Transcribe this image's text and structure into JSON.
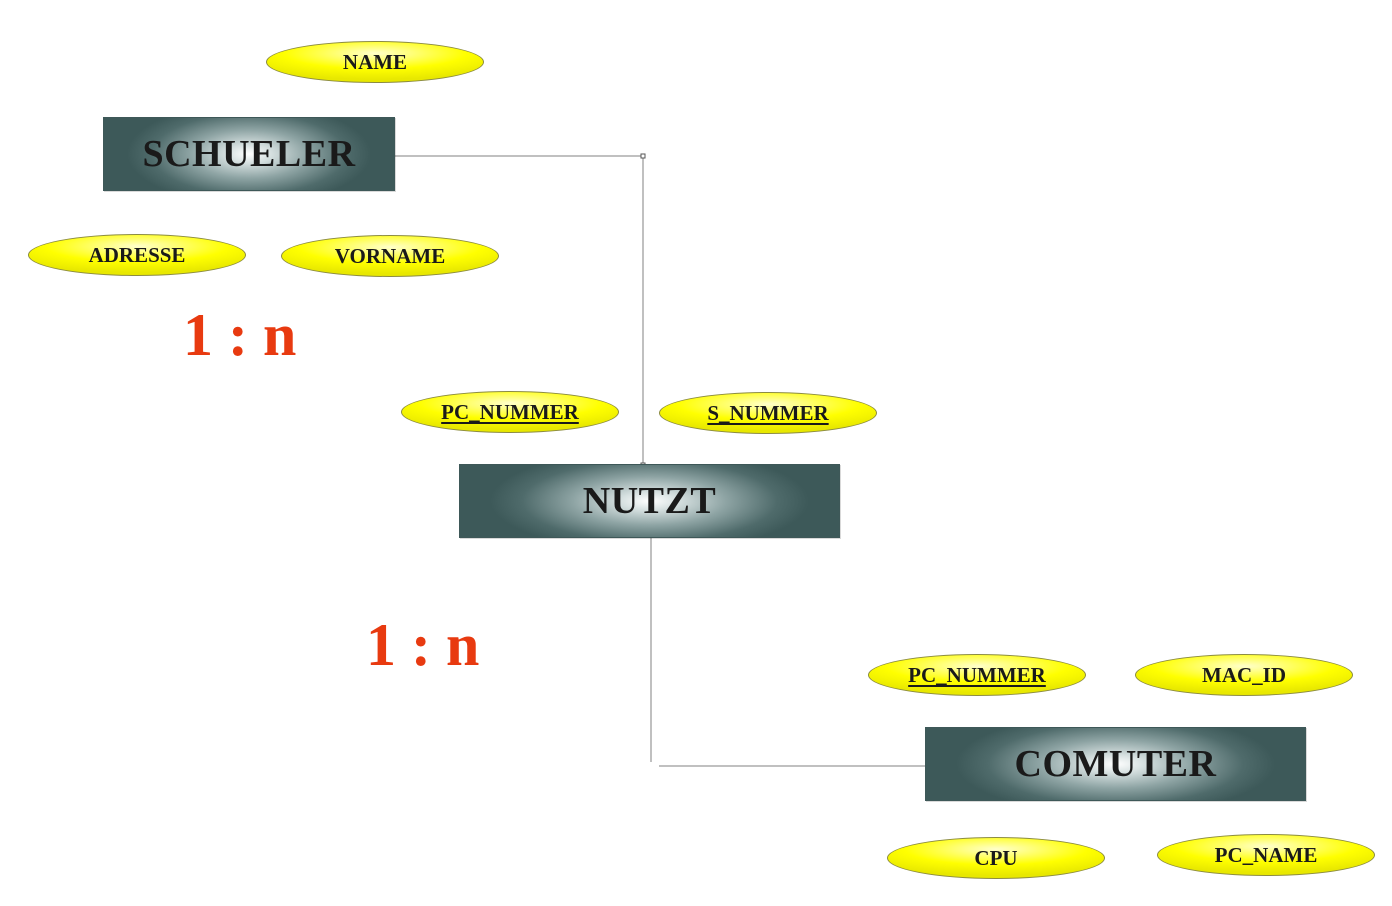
{
  "entities": {
    "schueler": {
      "label": "SCHUELER"
    },
    "nutzt": {
      "label": "NUTZT"
    },
    "comuter": {
      "label": "COMUTER"
    }
  },
  "attributes": {
    "schueler_name": {
      "label": "NAME",
      "key": false
    },
    "schueler_adresse": {
      "label": "ADRESSE",
      "key": false
    },
    "schueler_vorname": {
      "label": "VORNAME",
      "key": false
    },
    "nutzt_pc_nummer": {
      "label": "PC_NUMMER",
      "key": true
    },
    "nutzt_s_nummer": {
      "label": "S_NUMMER",
      "key": true
    },
    "comuter_pc_nummer": {
      "label": "PC_NUMMER",
      "key": true
    },
    "comuter_mac_id": {
      "label": "MAC_ID",
      "key": false
    },
    "comuter_cpu": {
      "label": "CPU",
      "key": false
    },
    "comuter_pc_name": {
      "label": "PC_NAME",
      "key": false
    }
  },
  "cardinalities": {
    "schueler_nutzt": "1 : n",
    "nutzt_comuter": "1 : n"
  },
  "colors": {
    "entity_dark": "#3d5959",
    "entity_highlight": "#ffffff",
    "attribute_fill": "#ffff00",
    "cardinality_text": "#e83a10",
    "connector": "#808080"
  }
}
